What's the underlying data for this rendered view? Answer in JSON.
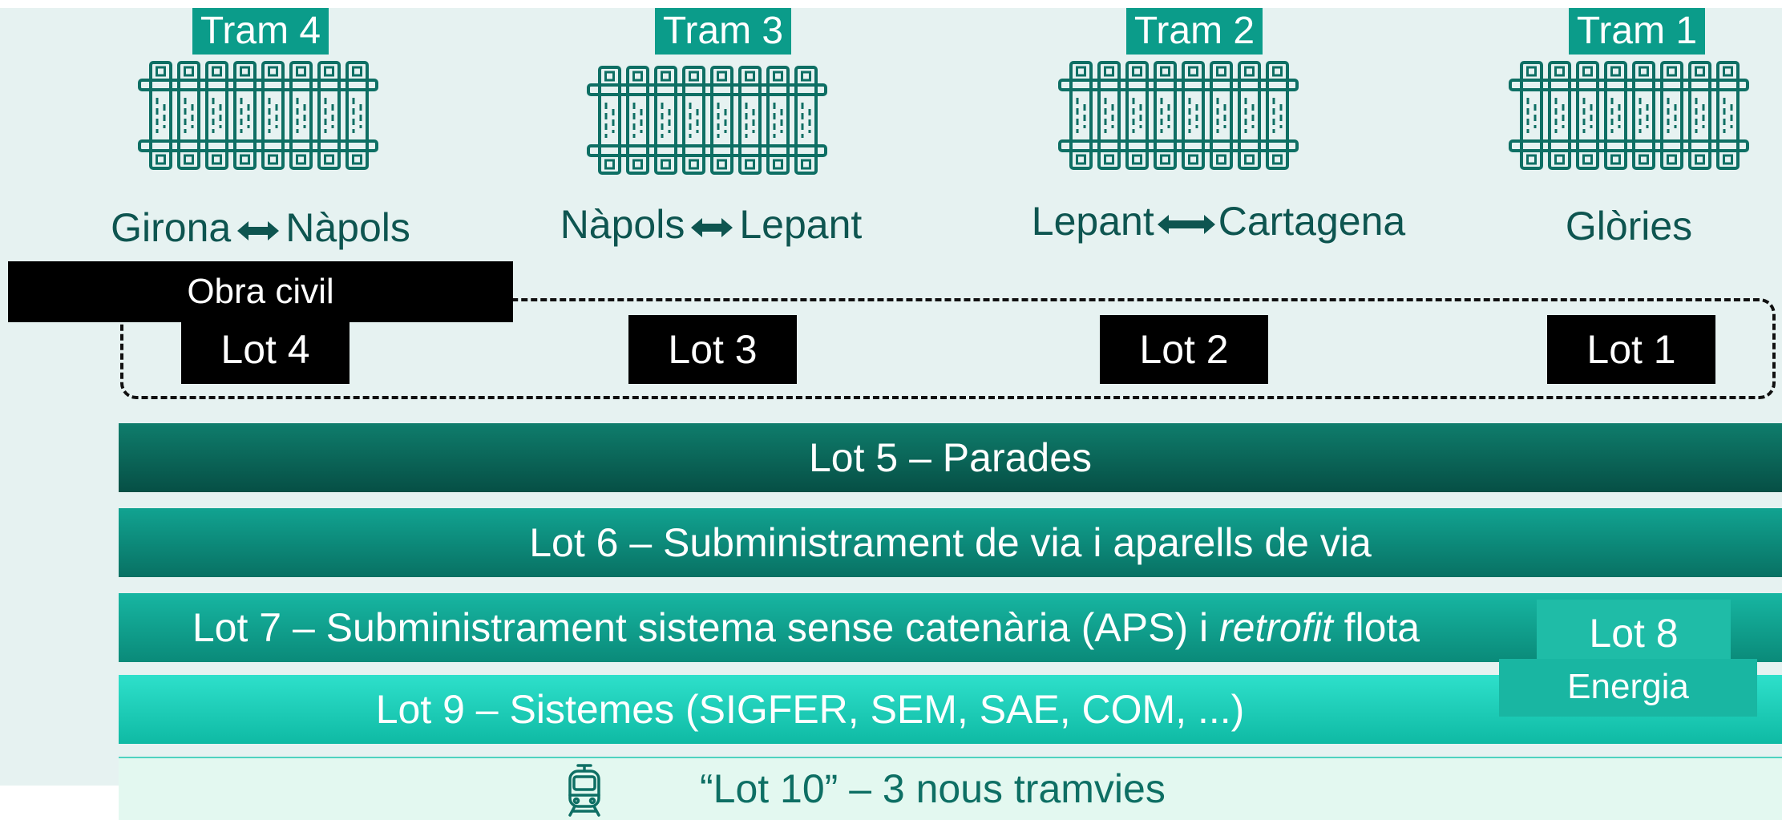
{
  "trams": [
    {
      "label": "Tram 4"
    },
    {
      "label": "Tram 3"
    },
    {
      "label": "Tram 2"
    },
    {
      "label": "Tram 1"
    }
  ],
  "sections": [
    {
      "from": "Girona",
      "to": "Nàpols"
    },
    {
      "from": "Nàpols",
      "to": "Lepant"
    },
    {
      "from": "Lepant",
      "to": "Cartagena"
    },
    {
      "label": "Glòries"
    }
  ],
  "obra_civil": "Obra civil",
  "civil_lots": [
    "Lot 4",
    "Lot 3",
    "Lot 2",
    "Lot 1"
  ],
  "bands": {
    "lot5": "Lot 5 – Parades",
    "lot6": "Lot 6 – Subministrament de via i aparells de via",
    "lot7_prefix": "Lot 7 – Subministrament sistema sense catenària (APS) i ",
    "lot7_italic": "retrofit",
    "lot7_suffix": " flota",
    "lot8": "Lot 8",
    "energia": "Energia",
    "lot9": "Lot 9 –  Sistemes (SIGFER, SEM, SAE, COM, ...)",
    "lot10": "“Lot 10” –  3 nous tramvies"
  },
  "icons": {
    "track": "railway-track-icon",
    "tram": "tram-icon",
    "arrow": "double-arrow-icon"
  },
  "colors": {
    "background": "#e6f2f1",
    "tram_label": "#0b9c8a",
    "lot5": "#0a6457",
    "lot6": "#0d8a7a",
    "lot7": "#12a491",
    "lot9": "#1ccbb5",
    "lot10": "#e3f8f0",
    "lot_black": "#000000",
    "text_dark": "#0e5550"
  }
}
